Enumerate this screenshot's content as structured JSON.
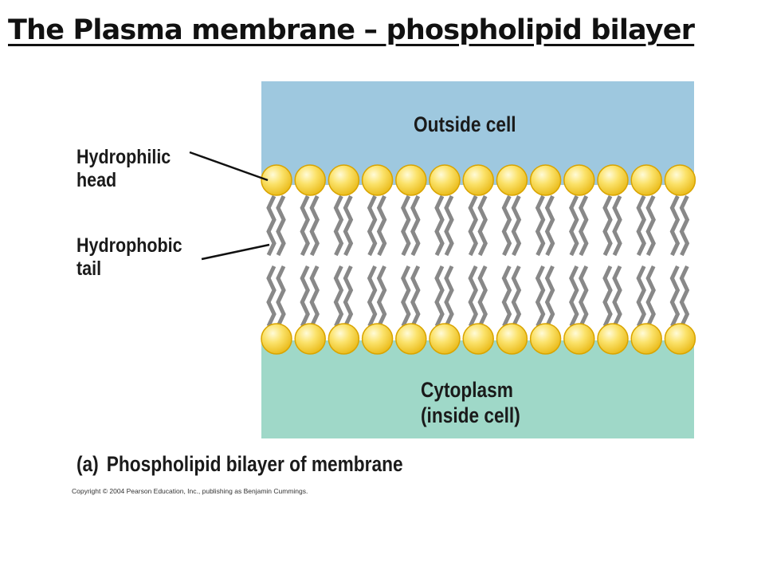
{
  "title": "The Plasma membrane – phospholipid bilayer",
  "labels": {
    "outside": "Outside cell",
    "head_line1": "Hydrophilic",
    "head_line2": "head",
    "tail_line1": "Hydrophobic",
    "tail_line2": "tail",
    "cytoplasm_line1": "Cytoplasm",
    "cytoplasm_line2": "(inside cell)"
  },
  "caption": {
    "part": "(a)",
    "text": "Phospholipid bilayer of membrane"
  },
  "copyright": "Copyright © 2004 Pearson Education, Inc., publishing as Benjamin Cummings.",
  "colors": {
    "outside": "#9ec8df",
    "cytoplasm": "#9fd8c8",
    "head": "#f7d23e",
    "head_outline": "#d9a400",
    "tail": "#888888"
  }
}
